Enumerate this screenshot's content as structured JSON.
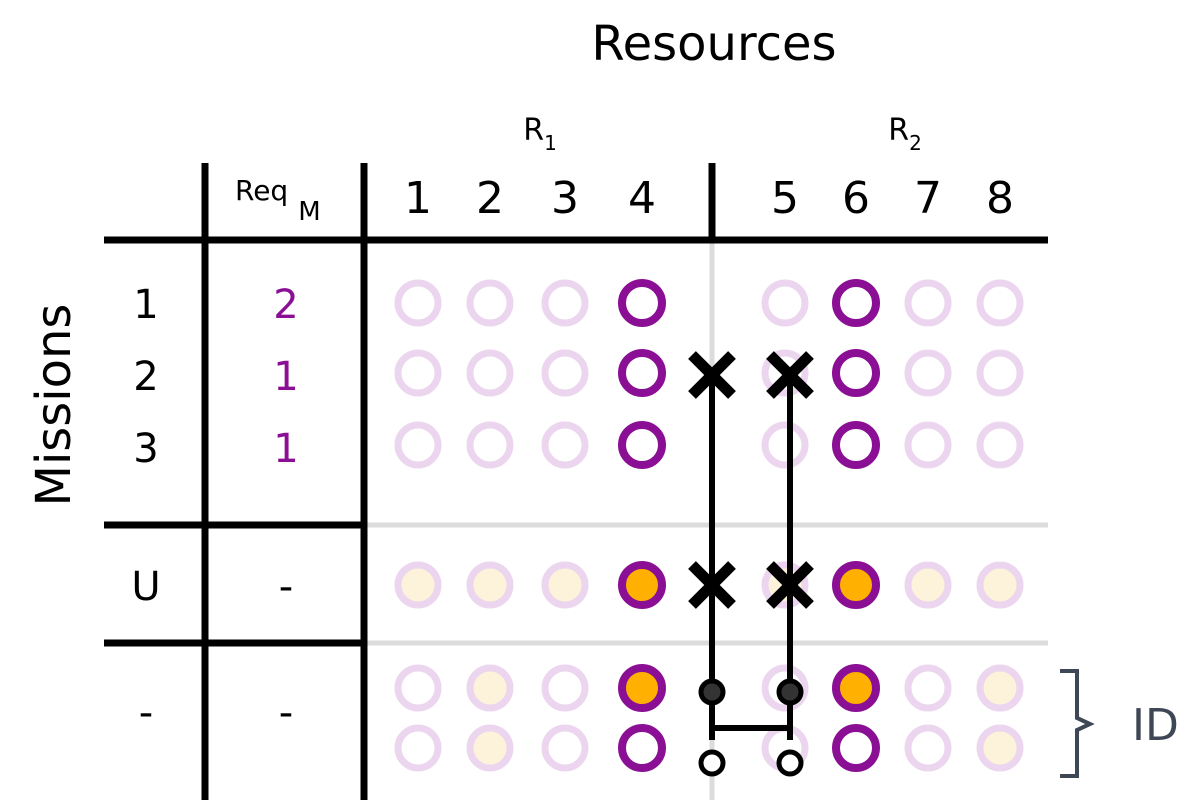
{
  "title": "Resources",
  "row_axis_label": "Missions",
  "group_labels": [
    {
      "base": "R",
      "sub": "1"
    },
    {
      "base": "R",
      "sub": "2"
    }
  ],
  "req_header": {
    "main": "Req",
    "sub": "M"
  },
  "resource_columns": [
    "1",
    "2",
    "3",
    "4",
    "5",
    "6",
    "7",
    "8"
  ],
  "rows": [
    {
      "label": "1",
      "req": "2",
      "cells": [
        "faint",
        "faint",
        "faint",
        "strong",
        "faint",
        "strong",
        "faint",
        "faint"
      ]
    },
    {
      "label": "2",
      "req": "1",
      "cells": [
        "faint",
        "faint",
        "faint",
        "strong",
        "faint",
        "strong",
        "faint",
        "faint"
      ]
    },
    {
      "label": "3",
      "req": "1",
      "cells": [
        "faint",
        "faint",
        "faint",
        "strong",
        "faint",
        "strong",
        "faint",
        "faint"
      ]
    },
    {
      "label": "U",
      "req": "-",
      "cells": [
        "faint-fill",
        "faint-fill",
        "faint-fill",
        "strong-fill",
        "faint-fill",
        "strong-fill",
        "faint-fill",
        "faint-fill"
      ]
    },
    {
      "label": "-",
      "req": "-",
      "cells": [
        "faint",
        "faint-fill",
        "faint",
        "strong-fill",
        "faint",
        "strong-fill",
        "faint",
        "faint-fill"
      ]
    },
    {
      "label": "",
      "req": "",
      "cells": [
        "faint",
        "faint-fill",
        "faint",
        "strong",
        "faint",
        "strong",
        "faint",
        "faint-fill"
      ]
    }
  ],
  "crosses": [
    {
      "row": 2,
      "between": "4-5"
    },
    {
      "row": 2,
      "between": "5-6"
    },
    {
      "row": "U",
      "between": "4-5"
    },
    {
      "row": "U",
      "between": "5-6"
    }
  ],
  "bracket_label": "ID",
  "colors": {
    "purple": "#8b0f95",
    "faint_purple": "#ecd5ee",
    "orange": "#ffb000",
    "faint_orange": "#fdf3db",
    "grid_grey": "#dcdcdc",
    "black": "#000000",
    "bracket": "#3e4756"
  }
}
